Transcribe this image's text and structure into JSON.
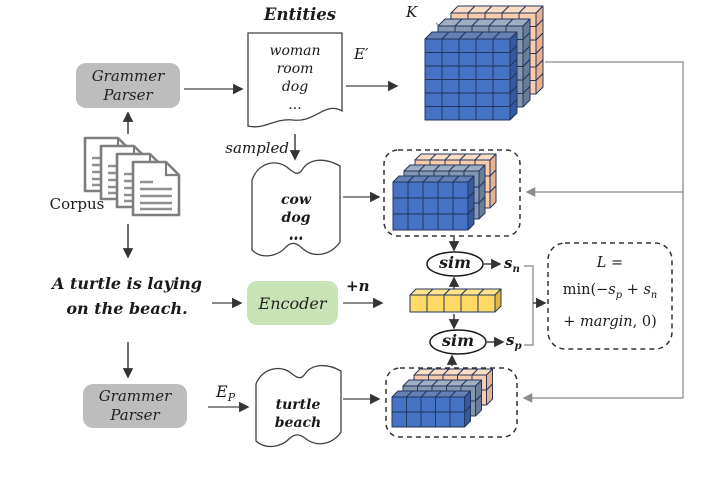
{
  "diagram": {
    "entities_title": "Entities",
    "entity_list": [
      "woman",
      "room",
      "dog",
      "..."
    ],
    "sampled_label": "sampled",
    "negative_entities": [
      "cow",
      "dog",
      "..."
    ],
    "positive_entities": [
      "turtle",
      "beach"
    ],
    "corpus_label": "Corpus",
    "parser_label_line1": "Grammer",
    "parser_label_line2": "Parser",
    "encoder_label": "Encoder",
    "sentence_line1": "A turtle is laying",
    "sentence_line2": "on the beach.",
    "plus_n_label": "+n",
    "e_prime_label": "E′",
    "e_p": {
      "base": "E",
      "sub": "P"
    },
    "k_label": "K",
    "sim_label": "sim",
    "s_n": {
      "base": "s",
      "sub": "n"
    },
    "s_p": {
      "base": "s",
      "sub": "p"
    },
    "loss": {
      "l1": "L =",
      "l2_min": "min(−",
      "l2_s1": "s",
      "l2_sub1": "p",
      "l2_plus": " + ",
      "l2_s2": "s",
      "l2_sub2": "n",
      "l3_plus": "+ ",
      "l3_margin": "margin",
      "l3_end": ", 0)"
    }
  },
  "palette": {
    "stroke": "#24365e",
    "blue": {
      "front": "#4472c4",
      "top": "#6580b4",
      "side": "#35599e"
    },
    "slate": {
      "front": "#8497b0",
      "top": "#9faec2",
      "side": "#6a7d96"
    },
    "peach": {
      "front": "#f8cbad",
      "top": "#fbdcc5",
      "side": "#e8b291"
    },
    "yellow": {
      "front": "#ffd966",
      "top": "#ffe48c",
      "side": "#e3b93f"
    }
  },
  "tensors": {
    "entity_full": {
      "cols": 5,
      "rows": 6,
      "layers": [
        "blue",
        "slate",
        "peach"
      ]
    },
    "negative_sample": {
      "cols": 5,
      "rows": 3,
      "layers": [
        "blue",
        "slate",
        "peach"
      ]
    },
    "positive_sample": {
      "cols": 5,
      "rows": 2,
      "layers": [
        "blue",
        "slate",
        "peach"
      ]
    },
    "sentence_vector": {
      "cols": 5,
      "rows": 1,
      "layers": [
        "yellow"
      ]
    }
  }
}
